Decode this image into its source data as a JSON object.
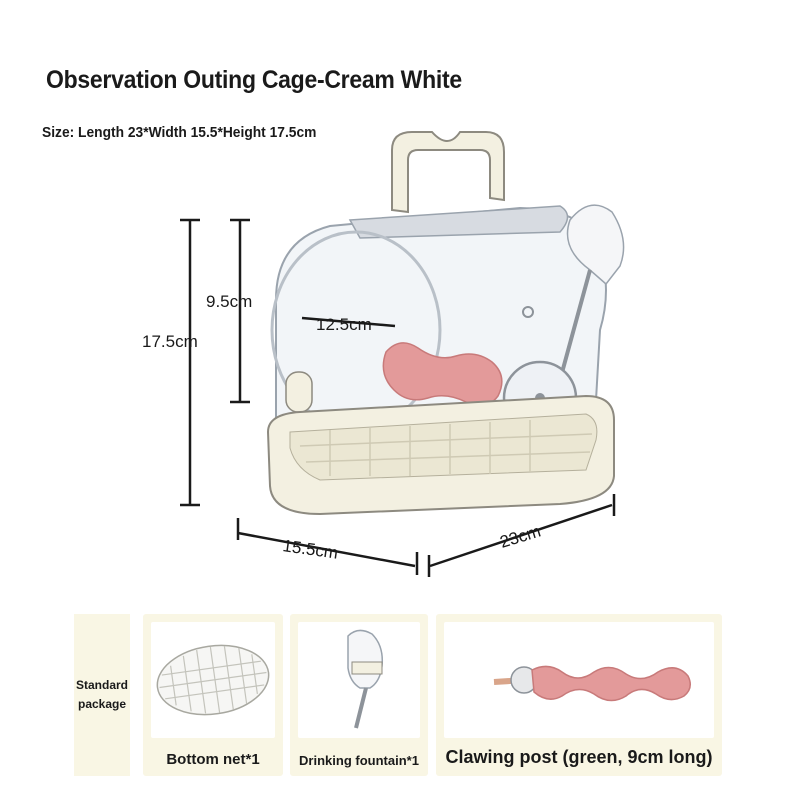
{
  "title": "Observation Outing Cage-Cream White",
  "size_line": "Size: Length 23*Width 15.5*Height 17.5cm",
  "dimensions": {
    "height": "17.5cm",
    "inner_height": "9.5cm",
    "inner_diameter": "12.5cm",
    "width": "15.5cm",
    "length": "23cm"
  },
  "package": {
    "label": "Standard package",
    "items": [
      {
        "caption": "Bottom net*1",
        "icon": "bottom-net-icon"
      },
      {
        "caption": "Drinking fountain*1",
        "icon": "drinking-fountain-icon"
      },
      {
        "caption": "Clawing post (green, 9cm long)",
        "icon": "clawing-post-icon"
      }
    ]
  },
  "colors": {
    "cream": "#f3f0e1",
    "panel": "#f9f6e4",
    "pink_post": "#e39a9a",
    "clear_plastic": "#dfe3e8"
  }
}
